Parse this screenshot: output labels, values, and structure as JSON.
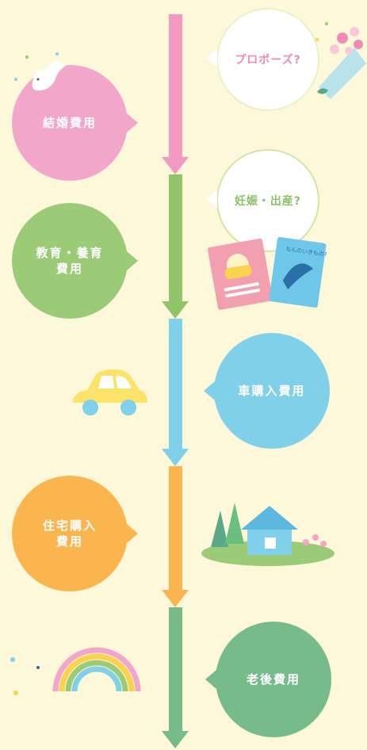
{
  "stages": [
    {
      "label": "結婚費用",
      "color": "#f2a6c9",
      "speech": "プロポーズ?",
      "speech_color": "#f08ab6"
    },
    {
      "label": "教育・養育費用",
      "color": "#9ccb78",
      "speech": "妊娠・出産?",
      "speech_color": "#8cc06a"
    },
    {
      "label": "車購入費用",
      "color": "#7fd0e8"
    },
    {
      "label": "住宅購入費用",
      "color": "#fbb54f"
    },
    {
      "label": "老後費用",
      "color": "#77bb8b"
    }
  ],
  "arrow_colors": [
    "#f29ac2",
    "#92c46a",
    "#7fd0e8",
    "#fbb54f",
    "#77bb8b"
  ],
  "book_title": "なんのいきもの?",
  "icons": [
    "dove-icon",
    "bouquet-icon",
    "baby-book-icon",
    "car-icon",
    "house-icon",
    "rainbow-icon"
  ]
}
